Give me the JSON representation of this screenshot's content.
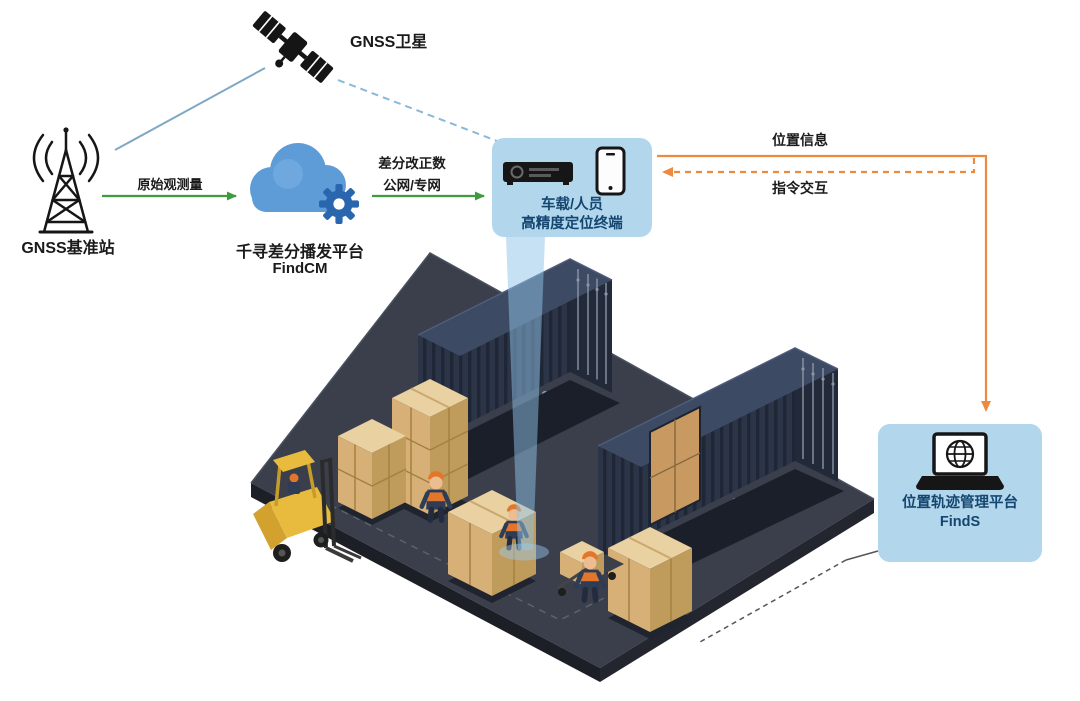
{
  "diagram": {
    "satellite_label": "GNSS卫星",
    "base_station_label": "GNSS基准站",
    "cloud": {
      "line1": "千寻差分播发平台",
      "line2": "FindCM"
    },
    "arrows": {
      "raw_observation": "原始观测量",
      "correction_line1": "差分改正数",
      "correction_line2": "公网/专网",
      "position_info": "位置信息",
      "command_interaction": "指令交互"
    },
    "terminal_panel": {
      "line1": "车载/人员",
      "line2": "高精度定位终端"
    },
    "finds_panel": {
      "line1": "位置轨迹管理平台",
      "line2": "FindS"
    },
    "colors": {
      "green_arrow": "#3f9b3f",
      "orange_arrow": "#ec8a40",
      "blue_solid_line": "#7fa8c4",
      "blue_dashed_line": "#8ab8d8",
      "panel_bg": "#b2d6ec",
      "panel_text": "#14466f",
      "cloud_blue": "#5e9cd8",
      "gear_blue": "#2a66ae",
      "beam_blue": "#8fc3e9",
      "container_navy": "#2c3547",
      "platform_gray": "#3a3f4b",
      "crate_tan": "#d6b077",
      "forklift_yellow": "#e8bb3f",
      "vest_orange": "#e2762d"
    }
  }
}
